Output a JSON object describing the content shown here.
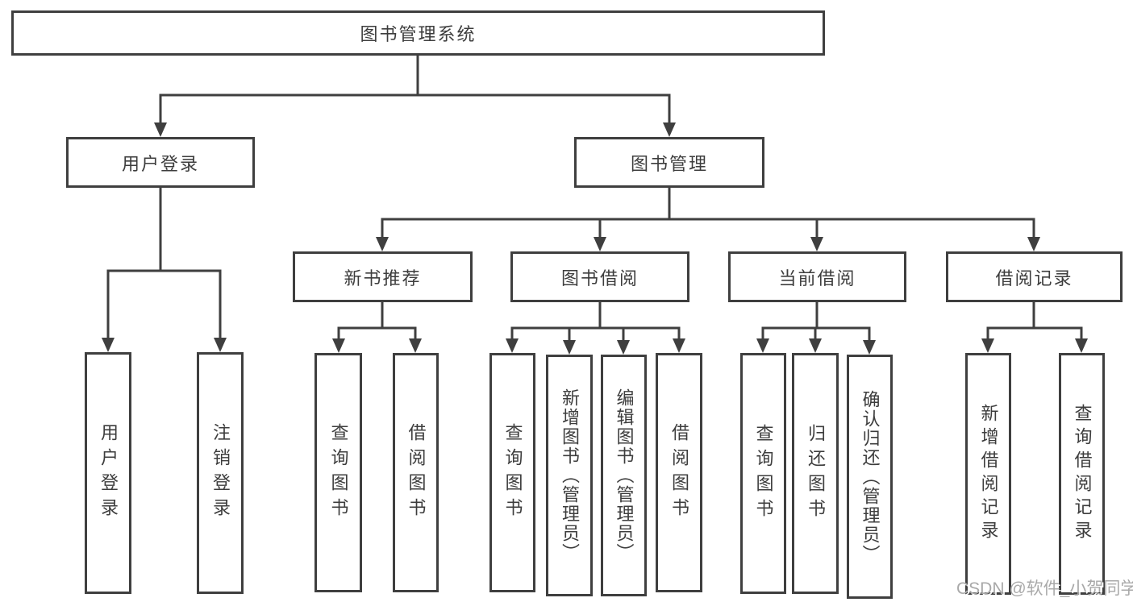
{
  "colors": {
    "line": "#3f3f3f",
    "box_border": "#3f3f3f",
    "box_fill": "#ffffff",
    "text": "#3d3d3d",
    "watermark": "#a9a9a9"
  },
  "watermark": {
    "text": "CSDN @软件_小贺同学"
  },
  "diagram": {
    "root": {
      "label": "图书管理系统"
    },
    "level2": [
      {
        "label": "用户登录",
        "children": [
          {
            "label": "用户登录"
          },
          {
            "label": "注销登录"
          }
        ]
      },
      {
        "label": "图书管理",
        "children": [
          {
            "label": "新书推荐",
            "children": [
              {
                "label": "查询图书"
              },
              {
                "label": "借阅图书"
              }
            ]
          },
          {
            "label": "图书借阅",
            "children": [
              {
                "label": "查询图书"
              },
              {
                "label": "新增图书（管理员）"
              },
              {
                "label": "编辑图书（管理员）"
              },
              {
                "label": "借阅图书"
              }
            ]
          },
          {
            "label": "当前借阅",
            "children": [
              {
                "label": "查询图书"
              },
              {
                "label": "归还图书"
              },
              {
                "label": "确认归还（管理员）"
              }
            ]
          },
          {
            "label": "借阅记录",
            "children": [
              {
                "label": "新增借阅记录"
              },
              {
                "label": "查询借阅记录"
              }
            ]
          }
        ]
      }
    ]
  }
}
